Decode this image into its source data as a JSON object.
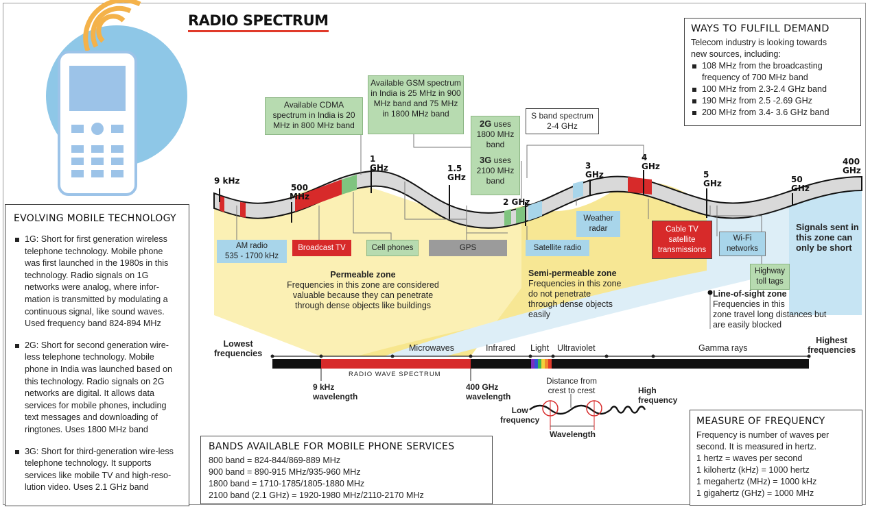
{
  "title": "RADIO SPECTRUM",
  "demand": {
    "heading": "WAYS TO FULFILL DEMAND",
    "intro_1": "Telecom industry is looking towards",
    "intro_2": "new sources, including:",
    "items": [
      "108 MHz from the broadcasting",
      "100 MHz from 2.3-2.4 GHz band",
      "190 MHz from 2.5 -2.69 GHz",
      "200 MHz from 3.4- 3.6 GHz band"
    ],
    "item_0_cont": "frequency of 700 MHz band"
  },
  "evolving": {
    "heading": "EVOLVING MOBILE TECHNOLOGY",
    "items": [
      "1G: Short for first generation wireless telephone technology. Mobile phone was first launched in the 1980s in this technology. Radio signals on 1G networks were analog, where infor-mation is transmitted by modulating a continuous signal, like sound waves. Used frequency band 824-894 MHz",
      "2G: Short for second generation wire-less telephone technology. Mobile phone in India was launched based on this technology. Radio signals on 2G networks are digital. It allows data services for mobile phones, including text messages and downloading of ringtones. Uses 1800 MHz band",
      "3G: Short for third-generation wire-less telephone technology. It supports services like mobile TV and high-reso-lution video. Uses 2.1 GHz band"
    ]
  },
  "bands": {
    "heading": "BANDS AVAILABLE FOR MOBILE PHONE SERVICES",
    "lines": [
      "800 band = 824-844/869-889 MHz",
      "900 band = 890-915 MHz/935-960 MHz",
      "1800 band = 1710-1785/1805-1880 MHz",
      "2100 band (2.1 GHz) = 1920-1980 MHz/2110-2170 MHz"
    ]
  },
  "measure": {
    "heading": "MEASURE OF FREQUENCY",
    "lines": [
      "Frequency is number of waves per",
      "second. It is measured in hertz.",
      "1 hertz = waves per second",
      "1 kilohertz (kHz) = 1000 hertz",
      "1 megahertz (MHz) = 1000 kHz",
      "1 gigahertz (GHz) = 1000 MHz"
    ]
  },
  "annotations": {
    "cdma": "Available CDMA spectrum in India is 20 MHz in 800 MHz band",
    "gsm": "Available GSM spectrum in India is 25 MHz in 900 MHz band and 75 MHz in 1800 MHz band",
    "g2_bold": "2G",
    "g2_rest": " uses 1800 MHz band",
    "g3_bold": "3G",
    "g3_rest": " uses 2100 MHz band",
    "sband_1": "S band spectrum",
    "sband_2": "2-4 GHz"
  },
  "freq_labels": {
    "f9k": "9 kHz",
    "f500_1": "500",
    "f500_2": "MHz",
    "f1_1": "1",
    "f1_2": "GHz",
    "f15_1": "1.5",
    "f15_2": "GHz",
    "f2": "2 GHz",
    "f3_1": "3",
    "f3_2": "GHz",
    "f4_1": "4",
    "f4_2": "GHz",
    "f5_1": "5",
    "f5_2": "GHz",
    "f50_1": "50",
    "f50_2": "GHz",
    "f400_1": "400",
    "f400_2": "GHz"
  },
  "services": {
    "am_1": "AM radio",
    "am_2": "535 - 1700 kHz",
    "tv": "Broadcast TV",
    "cell": "Cell phones",
    "gps": "GPS",
    "sat": "Satellite radio",
    "weather_1": "Weather",
    "weather_2": "radar",
    "cable_1": "Cable TV",
    "cable_2": "satellite",
    "cable_3": "transmissions",
    "wifi_1": "Wi-Fi",
    "wifi_2": "networks",
    "toll_1": "Highway",
    "toll_2": "toll tags"
  },
  "zones": {
    "permeable_title": "Permeable zone",
    "permeable_1": "Frequencies in this zone are considered",
    "permeable_2": "valuable because they can penetrate",
    "permeable_3": "through dense objects like buildings",
    "semi_title": "Semi-permeable zone",
    "semi_1": "Frequencies in this zone",
    "semi_2": "do not penetrate",
    "semi_3": "through dense objects",
    "semi_4": "easily",
    "los_title": "Line-of-sight zone",
    "los_1": "Frequencies in this",
    "los_2": "zone travel long distances but",
    "los_3": "are easily blocked",
    "short_1": "Signals sent in",
    "short_2": "this zone can",
    "short_3": "only be short"
  },
  "spectrum": {
    "lowest_1": "Lowest",
    "lowest_2": "frequencies",
    "highest_1": "Highest",
    "highest_2": "frequencies",
    "microwaves": "Microwaves",
    "infrared": "Infrared",
    "light": "Light",
    "ultraviolet": "Ultraviolet",
    "gamma": "Gamma rays",
    "radio_band": "RADIO WAVE SPECTRUM",
    "left_1": "9 kHz",
    "left_2": "wavelength",
    "right_1": "400 GHz",
    "right_2": "wavelength"
  },
  "wave": {
    "distance_1": "Distance from",
    "distance_2": "crest to crest",
    "high_1": "High",
    "high_2": "frequency",
    "low_1": "Low",
    "low_2": "frequency",
    "wavelength": "Wavelength"
  },
  "colors": {
    "accent_red": "#d72a2a",
    "zone_yellow": "#fbf0b4",
    "label_green": "#b7dbb0",
    "label_blue": "#a8d5ea",
    "phone_circle": "#8ec7e7",
    "phone_blue": "#9cc3e8"
  }
}
